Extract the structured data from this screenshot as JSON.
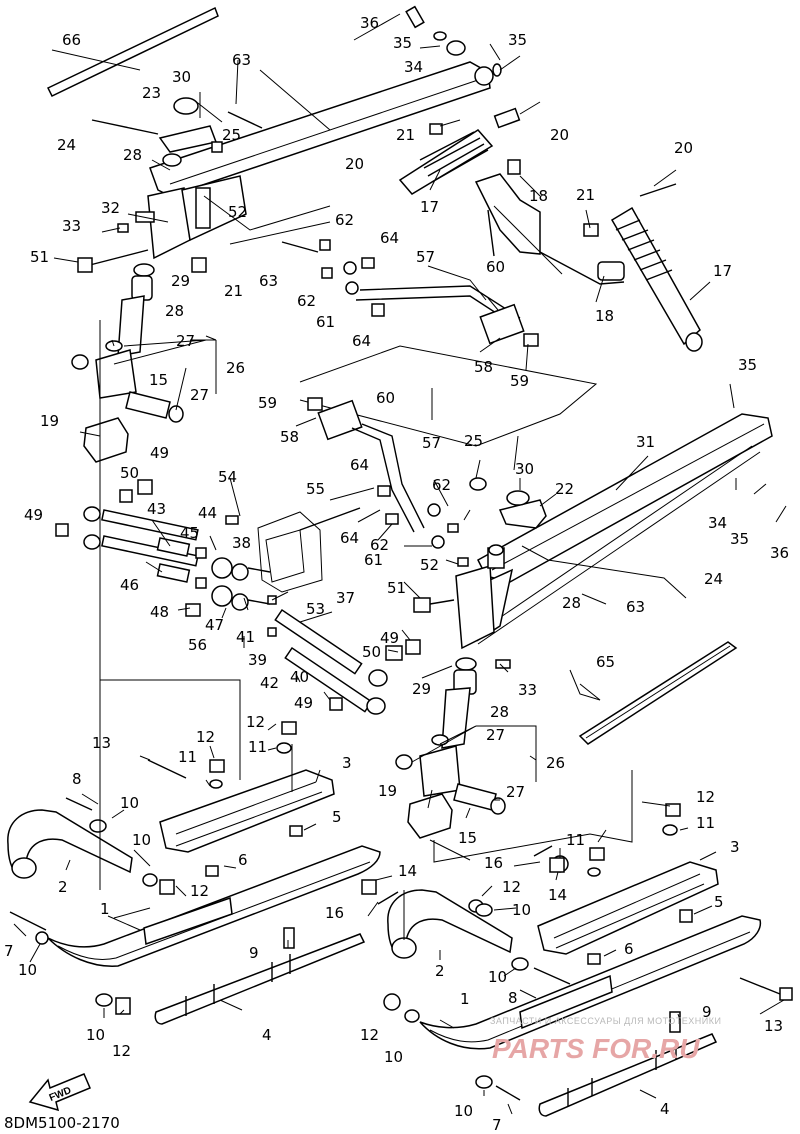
{
  "diagram_code": "8DM5100-2170",
  "fwd_label": "FWD",
  "watermark": {
    "top_text": "ЗАПЧАСТИ И АКСЕССУАРЫ ДЛЯ МОТОТЕХНИКИ",
    "main_text": "PARTS FOR.RU"
  },
  "colors": {
    "ink": "#000000",
    "paper": "#ffffff",
    "watermark": "#e6a6a6"
  },
  "callouts": [
    {
      "id": "c1",
      "text": "66"
    },
    {
      "id": "c2",
      "text": "36"
    },
    {
      "id": "c3",
      "text": "35"
    },
    {
      "id": "c4",
      "text": "35"
    },
    {
      "id": "c5",
      "text": "34"
    },
    {
      "id": "c6",
      "text": "63"
    },
    {
      "id": "c7",
      "text": "30"
    },
    {
      "id": "c8",
      "text": "23"
    },
    {
      "id": "c9",
      "text": "25"
    },
    {
      "id": "c10",
      "text": "24"
    },
    {
      "id": "c11",
      "text": "21"
    },
    {
      "id": "c12",
      "text": "20"
    },
    {
      "id": "c13",
      "text": "28"
    },
    {
      "id": "c14",
      "text": "20"
    },
    {
      "id": "c15",
      "text": "18"
    },
    {
      "id": "c16",
      "text": "20"
    },
    {
      "id": "c17",
      "text": "32"
    },
    {
      "id": "c18",
      "text": "52"
    },
    {
      "id": "c19",
      "text": "17"
    },
    {
      "id": "c20",
      "text": "33"
    },
    {
      "id": "c21",
      "text": "62"
    },
    {
      "id": "c22",
      "text": "21"
    },
    {
      "id": "c23",
      "text": "64"
    },
    {
      "id": "c24",
      "text": "51"
    },
    {
      "id": "c25",
      "text": "63"
    },
    {
      "id": "c26",
      "text": "57"
    },
    {
      "id": "c27",
      "text": "29"
    },
    {
      "id": "c28",
      "text": "60"
    },
    {
      "id": "c29",
      "text": "17"
    },
    {
      "id": "c30",
      "text": "62"
    },
    {
      "id": "c31",
      "text": "21"
    },
    {
      "id": "c32",
      "text": "28"
    },
    {
      "id": "c33",
      "text": "61"
    },
    {
      "id": "c34",
      "text": "18"
    },
    {
      "id": "c35",
      "text": "64"
    },
    {
      "id": "c36",
      "text": "58"
    },
    {
      "id": "c37",
      "text": "59"
    },
    {
      "id": "c38",
      "text": "27"
    },
    {
      "id": "c39",
      "text": "26"
    },
    {
      "id": "c40",
      "text": "15"
    },
    {
      "id": "c41",
      "text": "27"
    },
    {
      "id": "c42",
      "text": "35"
    },
    {
      "id": "c43",
      "text": "19"
    },
    {
      "id": "c44",
      "text": "59"
    },
    {
      "id": "c45",
      "text": "60"
    },
    {
      "id": "c46",
      "text": "58"
    },
    {
      "id": "c47",
      "text": "57"
    },
    {
      "id": "c48",
      "text": "31"
    },
    {
      "id": "c49",
      "text": "50"
    },
    {
      "id": "c50",
      "text": "49"
    },
    {
      "id": "c51",
      "text": "25"
    },
    {
      "id": "c52",
      "text": "54"
    },
    {
      "id": "c53",
      "text": "64"
    },
    {
      "id": "c54",
      "text": "30"
    },
    {
      "id": "c55",
      "text": "49"
    },
    {
      "id": "c56",
      "text": "43"
    },
    {
      "id": "c57",
      "text": "55"
    },
    {
      "id": "c58",
      "text": "62"
    },
    {
      "id": "c59",
      "text": "22"
    },
    {
      "id": "c60",
      "text": "44"
    },
    {
      "id": "c61",
      "text": "34"
    },
    {
      "id": "c62",
      "text": "35"
    },
    {
      "id": "c63",
      "text": "36"
    },
    {
      "id": "c64",
      "text": "45"
    },
    {
      "id": "c65",
      "text": "38"
    },
    {
      "id": "c66",
      "text": "64"
    },
    {
      "id": "c67",
      "text": "62"
    },
    {
      "id": "c68",
      "text": "46"
    },
    {
      "id": "c69",
      "text": "61"
    },
    {
      "id": "c70",
      "text": "52"
    },
    {
      "id": "c71",
      "text": "24"
    },
    {
      "id": "c72",
      "text": "48"
    },
    {
      "id": "c73",
      "text": "47"
    },
    {
      "id": "c74",
      "text": "53"
    },
    {
      "id": "c75",
      "text": "37"
    },
    {
      "id": "c76",
      "text": "51"
    },
    {
      "id": "c77",
      "text": "28"
    },
    {
      "id": "c78",
      "text": "56"
    },
    {
      "id": "c79",
      "text": "41"
    },
    {
      "id": "c80",
      "text": "63"
    },
    {
      "id": "c81",
      "text": "39"
    },
    {
      "id": "c82",
      "text": "49"
    },
    {
      "id": "c83",
      "text": "65"
    },
    {
      "id": "c84",
      "text": "50"
    },
    {
      "id": "c85",
      "text": "42"
    },
    {
      "id": "c86",
      "text": "40"
    },
    {
      "id": "c87",
      "text": "29"
    },
    {
      "id": "c88",
      "text": "33"
    },
    {
      "id": "c89",
      "text": "49"
    },
    {
      "id": "c90",
      "text": "28"
    },
    {
      "id": "c91",
      "text": "12"
    },
    {
      "id": "c92",
      "text": "27"
    },
    {
      "id": "c93",
      "text": "13"
    },
    {
      "id": "c94",
      "text": "12"
    },
    {
      "id": "c95",
      "text": "11"
    },
    {
      "id": "c96",
      "text": "11"
    },
    {
      "id": "c97",
      "text": "3"
    },
    {
      "id": "c98",
      "text": "26"
    },
    {
      "id": "c99",
      "text": "27"
    },
    {
      "id": "c100",
      "text": "8"
    },
    {
      "id": "c101",
      "text": "10"
    },
    {
      "id": "c102",
      "text": "19"
    },
    {
      "id": "c103",
      "text": "5"
    },
    {
      "id": "c104",
      "text": "12"
    },
    {
      "id": "c105",
      "text": "15"
    },
    {
      "id": "c106",
      "text": "11"
    },
    {
      "id": "c107",
      "text": "10"
    },
    {
      "id": "c108",
      "text": "3"
    },
    {
      "id": "c109",
      "text": "6"
    },
    {
      "id": "c110",
      "text": "16"
    },
    {
      "id": "c111",
      "text": "2"
    },
    {
      "id": "c112",
      "text": "12"
    },
    {
      "id": "c113",
      "text": "14"
    },
    {
      "id": "c114",
      "text": "11"
    },
    {
      "id": "c115",
      "text": "14"
    },
    {
      "id": "c116",
      "text": "12"
    },
    {
      "id": "c117",
      "text": "1"
    },
    {
      "id": "c118",
      "text": "16"
    },
    {
      "id": "c119",
      "text": "10"
    },
    {
      "id": "c120",
      "text": "5"
    },
    {
      "id": "c121",
      "text": "7"
    },
    {
      "id": "c122",
      "text": "9"
    },
    {
      "id": "c123",
      "text": "6"
    },
    {
      "id": "c124",
      "text": "10"
    },
    {
      "id": "c125",
      "text": "2"
    },
    {
      "id": "c126",
      "text": "10"
    },
    {
      "id": "c127",
      "text": "8"
    },
    {
      "id": "c128",
      "text": "13"
    },
    {
      "id": "c129",
      "text": "4"
    },
    {
      "id": "c130",
      "text": "1"
    },
    {
      "id": "c131",
      "text": "12"
    },
    {
      "id": "c132",
      "text": "9"
    },
    {
      "id": "c133",
      "text": "10"
    },
    {
      "id": "c134",
      "text": "10"
    },
    {
      "id": "c135",
      "text": "12"
    },
    {
      "id": "c136",
      "text": "4"
    },
    {
      "id": "c137",
      "text": "10"
    },
    {
      "id": "c138",
      "text": "7"
    }
  ]
}
